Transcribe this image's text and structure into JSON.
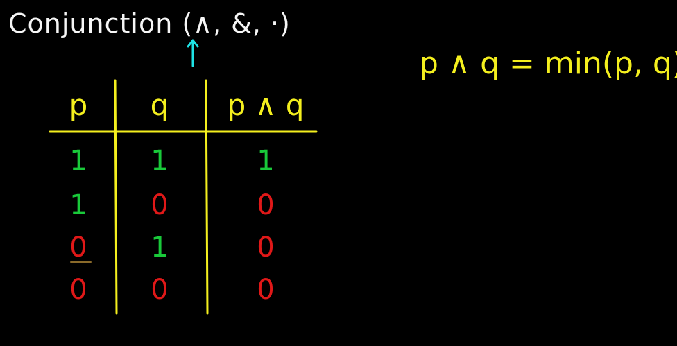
{
  "title": "Conjunction (∧, &, ·)",
  "formula": "p ∧ q  =  min(p, q)",
  "colors": {
    "background": "#000000",
    "title": "#f6f6f6",
    "ink": "#f4ef1e",
    "true": "#19c93a",
    "false": "#e01818",
    "arrow": "#1ee3e6"
  },
  "table": {
    "headers": [
      "p",
      "q",
      "p ∧ q"
    ],
    "rows": [
      [
        "1",
        "1",
        "1"
      ],
      [
        "1",
        "0",
        "0"
      ],
      [
        "0",
        "1",
        "0"
      ],
      [
        "0",
        "0",
        "0"
      ]
    ]
  }
}
